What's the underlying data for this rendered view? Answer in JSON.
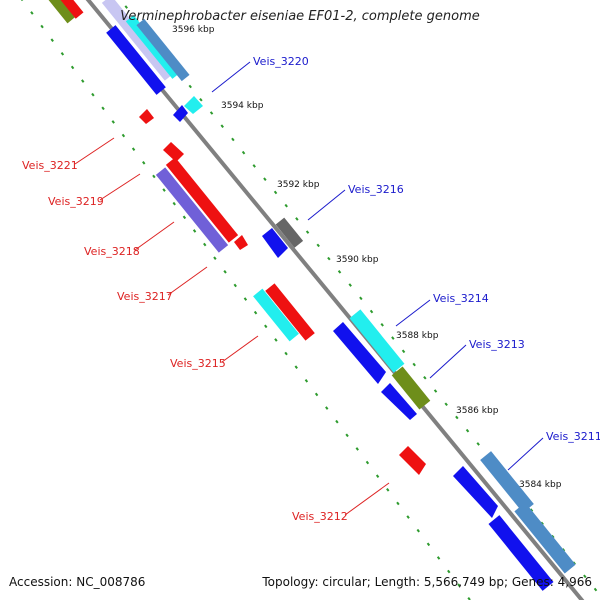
{
  "title": "Verminephrobacter eiseniae EF01-2, complete genome",
  "footer": {
    "accession": "Accession: NC_008786",
    "summary": "Topology: circular; Length: 5,566,749 bp; Genes: 4,966"
  },
  "colors": {
    "backbone": "#8a8a8a",
    "tick": "#2e9b2e",
    "forward_label": "#1a1acc",
    "reverse_label": "#dd2222",
    "red": "#ee1111",
    "blue": "#1111ee",
    "cyan": "#22eeee",
    "steelblue": "#4e8cc6",
    "olive": "#6e8e1a",
    "gray": "#666666",
    "slate": "#7060d8"
  },
  "scale_labels": [
    "3596 kbp",
    "3594 kbp",
    "3592 kbp",
    "3590 kbp",
    "3588 kbp",
    "3586 kbp",
    "3584 kbp"
  ],
  "gene_labels": {
    "Veis_3220": "Veis_3220",
    "Veis_3221": "Veis_3221",
    "Veis_3219": "Veis_3219",
    "Veis_3216": "Veis_3216",
    "Veis_3218": "Veis_3218",
    "Veis_3217": "Veis_3217",
    "Veis_3214": "Veis_3214",
    "Veis_3213": "Veis_3213",
    "Veis_3215": "Veis_3215",
    "Veis_3211": "Veis_3211",
    "Veis_3212": "Veis_3212"
  }
}
